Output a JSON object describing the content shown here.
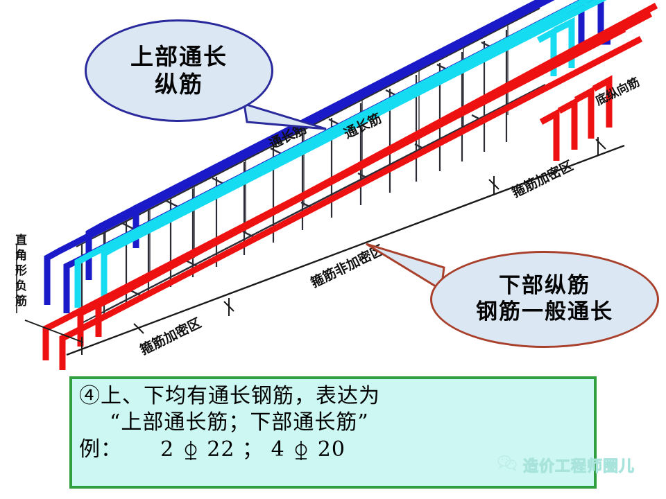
{
  "page": {
    "title": "梁通长钢筋构造三维示意图",
    "background": "#ffffff"
  },
  "colors": {
    "rebar_top_blue": "#1a1ac8",
    "rebar_top_cyan": "#15dcf0",
    "rebar_bottom_red": "#ee1111",
    "stirrup_dark": "#2b2b35",
    "callout_fill": "#dbe7f3",
    "callout_top_border": "#2a2a9c",
    "callout_bottom_border": "#a8402c",
    "note_box_fill": "#ccf7f2",
    "note_box_border": "#2e9e3e",
    "dimension_line": "#1a1a1a",
    "watermark": "#bfeee8"
  },
  "callouts": {
    "top": {
      "line1": "上部通长",
      "line2": "纵筋"
    },
    "bottom": {
      "line1": "下部纵筋",
      "line2": "钢筋一般通长"
    }
  },
  "diagram_labels": {
    "left_vertical": "直角形负筋",
    "top_run_1": "通长筋",
    "top_run_2": "通长筋",
    "right_end": "底纵向筋",
    "zone_dense_lower_left": "箍筋加密区",
    "zone_nondense_middle": "箍筋非加密区",
    "zone_dense_right": "箍筋加密区"
  },
  "note_box": {
    "line1": "④上、下均有通长钢筋，表达为",
    "line2": "“上部通长筋；下部通长筋”",
    "line3_prefix": "例：",
    "example_1_count": "2",
    "example_1_size": "22",
    "example_separator": "；",
    "example_2_count": "4",
    "example_2_size": "20",
    "rebar_symbol_name": "hrb400-rebar-symbol"
  },
  "watermark": {
    "icon": "wechat-icon",
    "text": "造价工程师圈儿"
  }
}
